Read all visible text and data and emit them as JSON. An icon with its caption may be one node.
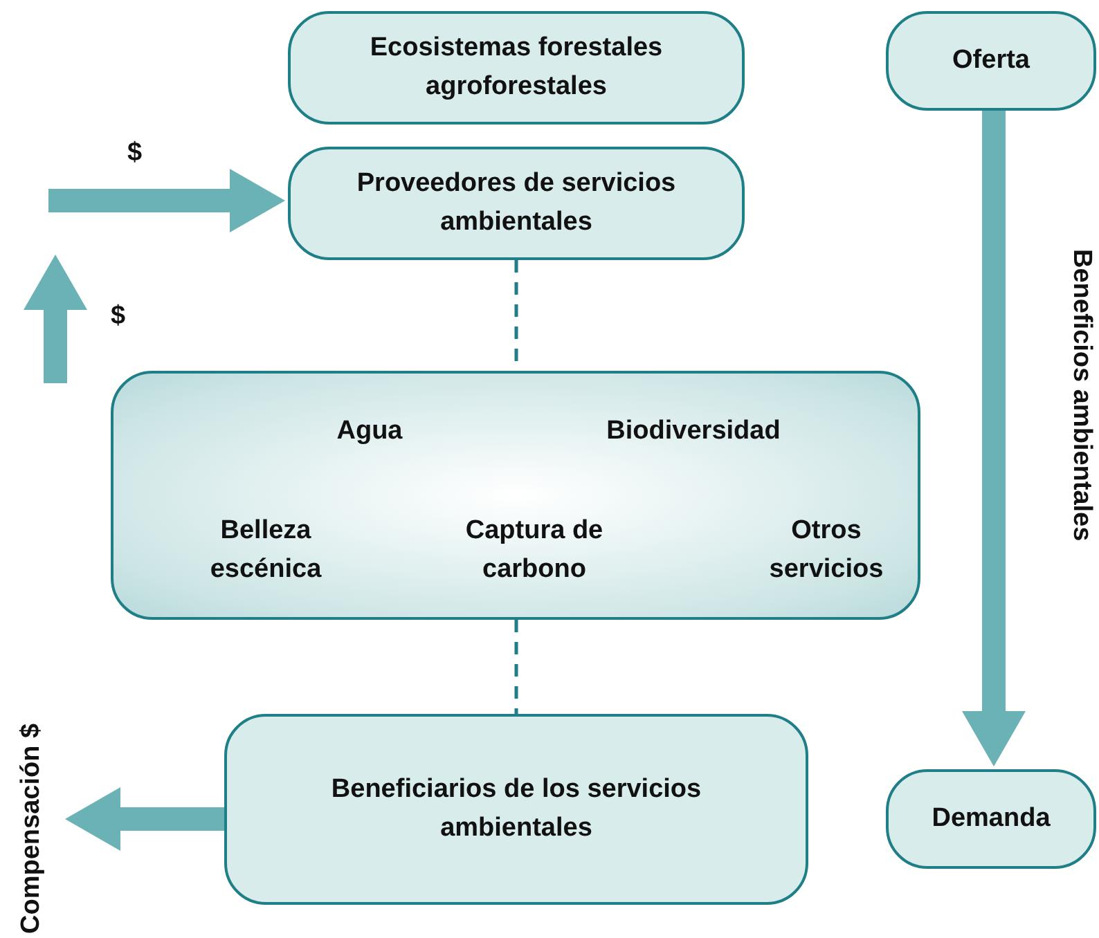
{
  "diagram": {
    "nodes": [
      {
        "text": [
          "Ecosistemas forestales agroforestales"
        ]
      },
      {
        "text": [
          "Proveedores de servicios ambientales"
        ]
      },
      {
        "text": [
          "Agua",
          "Biodiversidad",
          "Belleza escénica",
          "Captura de carbono",
          "Otros servicios"
        ]
      },
      {
        "text": [
          "Beneficiarios de los servicios ambientales"
        ]
      },
      {
        "text": [
          "Oferta"
        ]
      },
      {
        "text": [
          "Demanda"
        ]
      }
    ],
    "edges": [
      {
        "from": 1,
        "to": 2,
        "arrow": "none",
        "style": "dashed",
        "color": "#1e7f86"
      },
      {
        "from": 2,
        "to": 3,
        "arrow": "none",
        "style": "dashed",
        "color": "#1e7f86"
      },
      {
        "from": null,
        "to": 1,
        "arrow": "to",
        "label": "$"
      },
      {
        "from": 4,
        "to": 5,
        "arrow": "to",
        "label": "Beneficios ambientales"
      },
      {
        "from": 3,
        "to": null,
        "arrow": "to",
        "label": "Compensación $"
      }
    ],
    "labels": [
      "$"
    ]
  }
}
